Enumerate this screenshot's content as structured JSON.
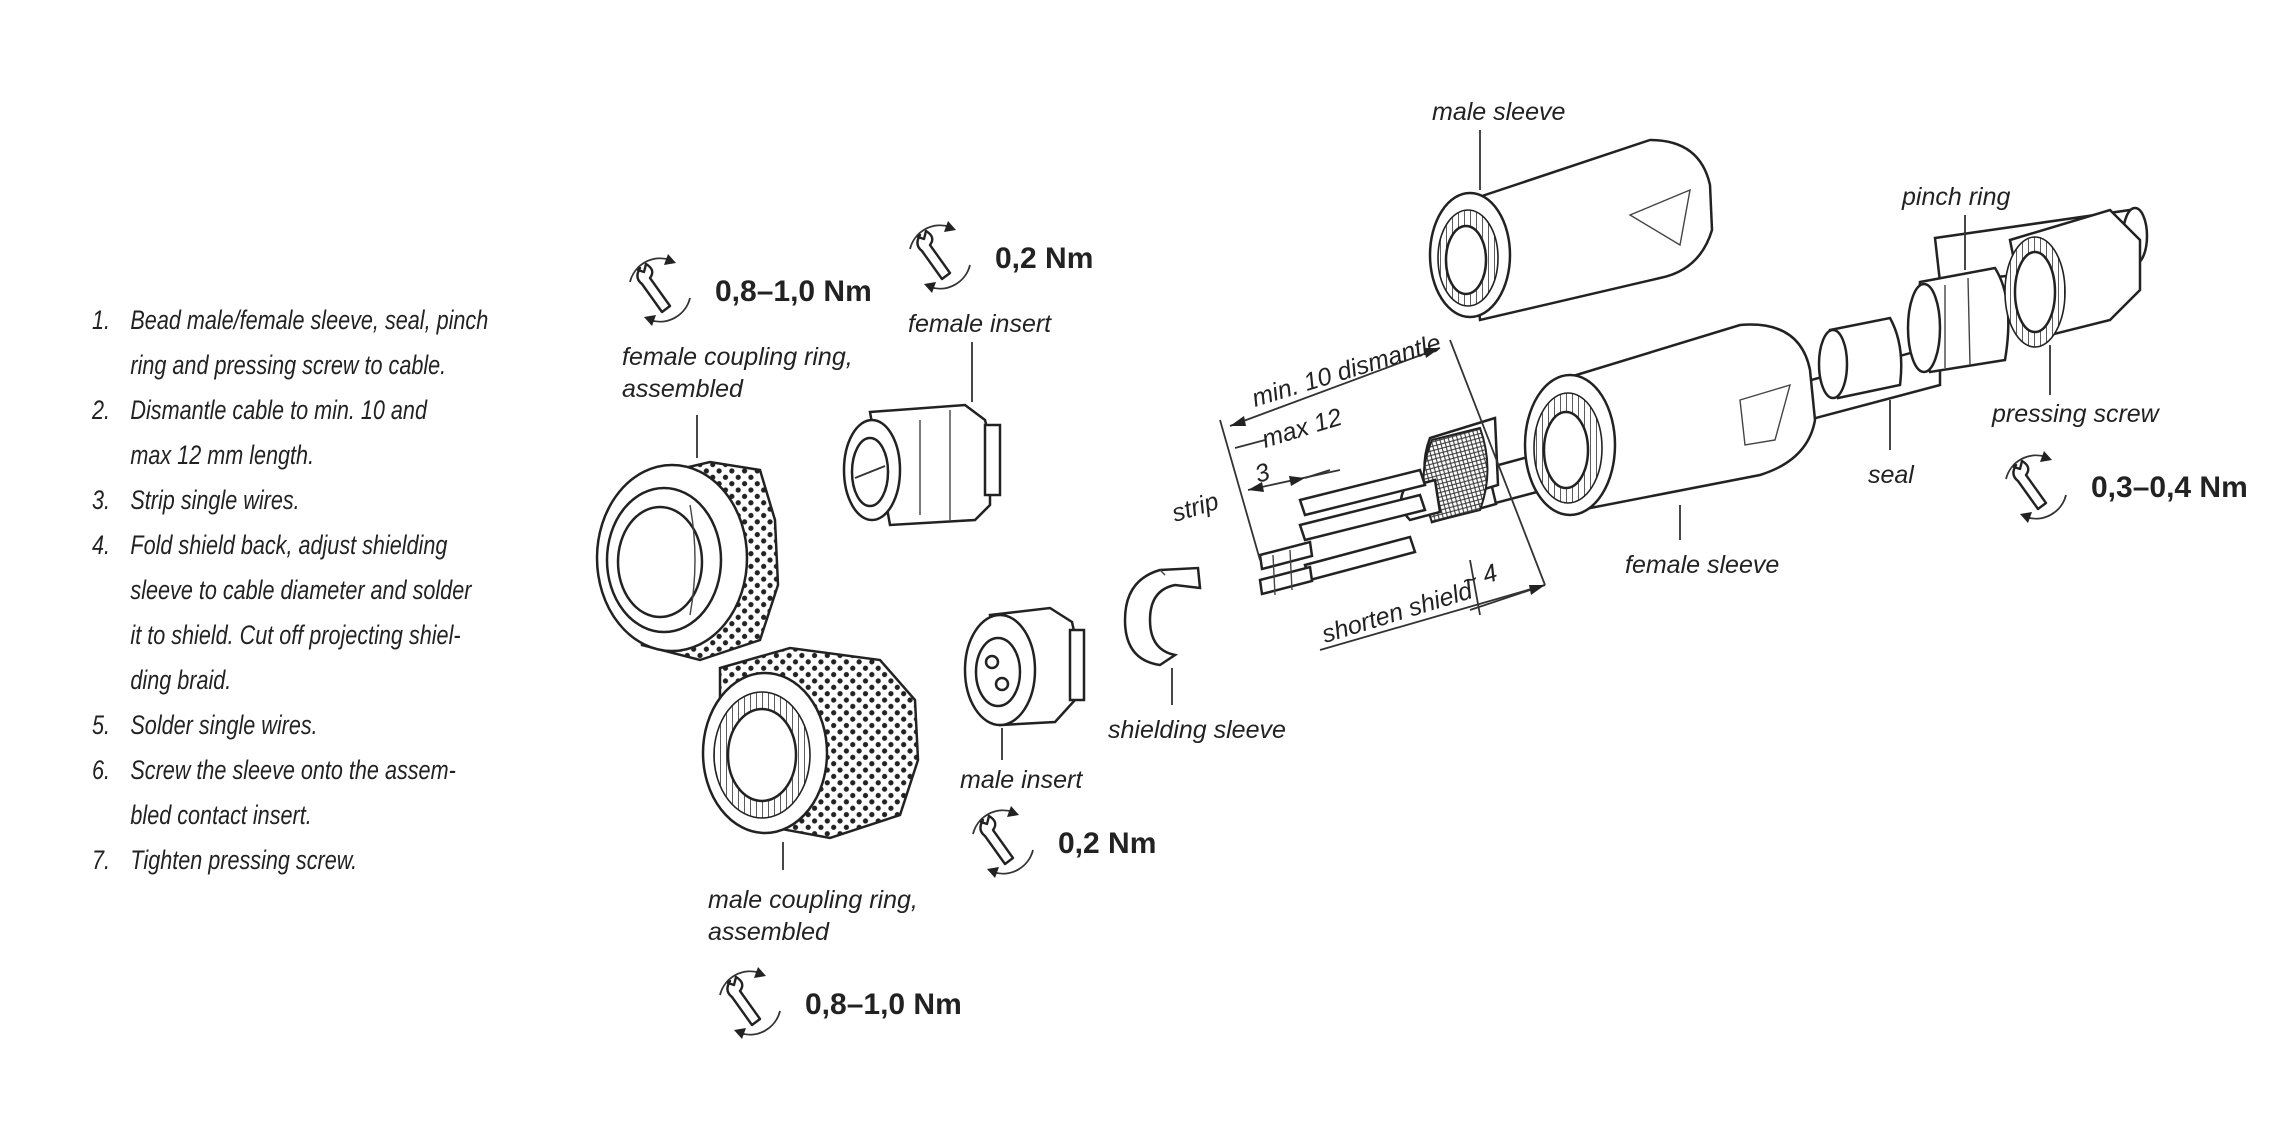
{
  "instructions": [
    {
      "num": "1.",
      "lines": [
        "Bead male/female sleeve, seal, pinch",
        "ring and pressing screw to cable."
      ]
    },
    {
      "num": "2.",
      "lines": [
        "Dismantle cable to min. 10 and",
        "max 12 mm length."
      ]
    },
    {
      "num": "3.",
      "lines": [
        "Strip single wires."
      ]
    },
    {
      "num": "4.",
      "lines": [
        "Fold shield back, adjust shielding",
        "sleeve to cable diameter and solder",
        "it to shield. Cut off projecting shiel-",
        "ding braid."
      ]
    },
    {
      "num": "5.",
      "lines": [
        "Solder single wires."
      ]
    },
    {
      "num": "6.",
      "lines": [
        "Screw the sleeve onto the assem-",
        "bled contact insert."
      ]
    },
    {
      "num": "7.",
      "lines": [
        "Tighten pressing screw."
      ]
    }
  ],
  "parts": {
    "female_coupling_ring": [
      "female coupling ring,",
      "assembled"
    ],
    "male_coupling_ring": [
      "male coupling ring,",
      "assembled"
    ],
    "female_insert": "female insert",
    "male_insert": "male insert",
    "shielding_sleeve": "shielding sleeve",
    "male_sleeve": "male sleeve",
    "female_sleeve": "female sleeve",
    "seal": "seal",
    "pinch_ring": "pinch ring",
    "pressing_screw": "pressing screw"
  },
  "torques": {
    "female_coupling_ring": "0,8–1,0 Nm",
    "female_insert": "0,2 Nm",
    "male_insert": "0,2 Nm",
    "male_coupling_ring": "0,8–1,0 Nm",
    "pressing_screw": "0,3–0,4 Nm"
  },
  "dimensions": {
    "min_dismantle": "min. 10  dismantle",
    "max": "max 12",
    "strip": "strip",
    "strip_value": "3",
    "shorten_shield": "shorten shield",
    "shield_value": "~ 4"
  },
  "icons": [
    "wrench-torque-icon"
  ],
  "colors": {
    "line": "#222222",
    "background": "#ffffff"
  }
}
